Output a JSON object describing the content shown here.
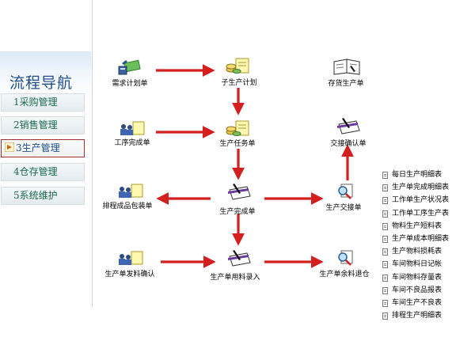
{
  "sidebar": {
    "title": "流程导航",
    "items": [
      {
        "label": "1采购管理"
      },
      {
        "label": "2销售管理"
      },
      {
        "label": "3生产管理"
      },
      {
        "label": "4仓存管理"
      },
      {
        "label": "5系统维护"
      }
    ]
  },
  "flow": {
    "nodes": {
      "demand_plan": "需求计划单",
      "sub_plan": "子生产计划",
      "stock_order": "存货生产单",
      "process_done": "工序完成单",
      "task_order": "生产任务单",
      "handover_confirm": "交接确认单",
      "packing": "排程成品包装单",
      "complete_order": "生产完成单",
      "handover_order": "生产交接单",
      "issue_confirm": "生产单发料确认",
      "material_entry": "生产单用料录入",
      "remainder_return": "生产单余料退仓"
    },
    "arrow_color": "#d41f1f"
  },
  "reports": [
    "每日生产明细表",
    "生产单完成明细表",
    "工作单生产状况表",
    "工作单工序生产表",
    "物料生产短料表",
    "生产单成本明细表",
    "生产物料损耗表",
    "车间物料日记帐",
    "车间物料存量表",
    "车间不良品报表",
    "车间生产不良表",
    "排程生产明细表"
  ]
}
